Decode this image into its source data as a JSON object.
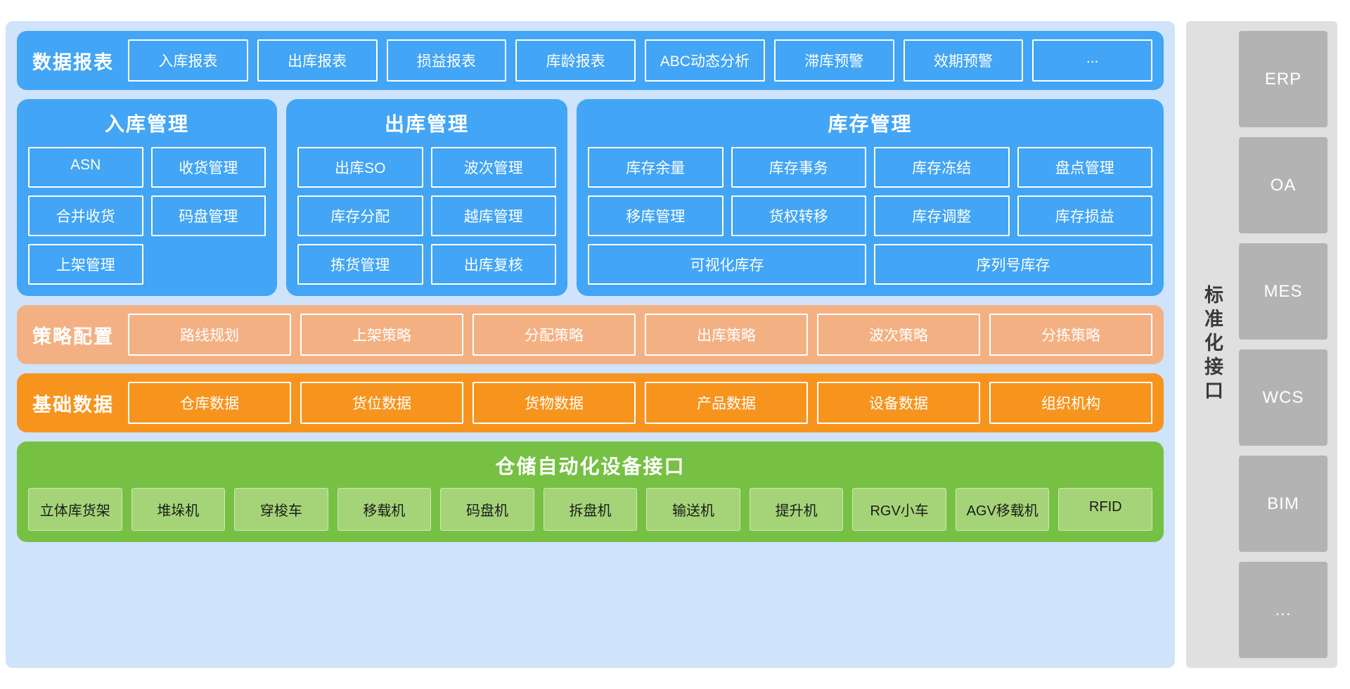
{
  "reports": {
    "title": "数据报表",
    "items": [
      "入库报表",
      "出库报表",
      "损益报表",
      "库龄报表",
      "ABC动态分析",
      "滞库预警",
      "效期预警",
      "..."
    ]
  },
  "panels": [
    {
      "title": "入库管理",
      "rows": [
        [
          "ASN",
          "收货管理"
        ],
        [
          "合并收货",
          "码盘管理"
        ],
        [
          "上架管理",
          ""
        ]
      ]
    },
    {
      "title": "出库管理",
      "rows": [
        [
          "出库SO",
          "波次管理"
        ],
        [
          "库存分配",
          "越库管理"
        ],
        [
          "拣货管理",
          "出库复核"
        ]
      ]
    },
    {
      "title": "库存管理",
      "rows": [
        [
          "库存余量",
          "库存事务",
          "库存冻结",
          "盘点管理"
        ],
        [
          "移库管理",
          "货权转移",
          "库存调整",
          "库存损益"
        ],
        [
          "可视化库存",
          "序列号库存"
        ]
      ]
    }
  ],
  "strategy": {
    "title": "策略配置",
    "items": [
      "路线规划",
      "上架策略",
      "分配策略",
      "出库策略",
      "波次策略",
      "分拣策略"
    ]
  },
  "basedata": {
    "title": "基础数据",
    "items": [
      "仓库数据",
      "货位数据",
      "货物数据",
      "产品数据",
      "设备数据",
      "组织机构"
    ]
  },
  "automation": {
    "title": "仓储自动化设备接口",
    "items": [
      "立体库货架",
      "堆垛机",
      "穿梭车",
      "移载机",
      "码盘机",
      "拆盘机",
      "输送机",
      "提升机",
      "RGV小车",
      "AGV移载机",
      "RFID"
    ]
  },
  "interface": {
    "label": "标准化接口",
    "items": [
      "ERP",
      "OA",
      "MES",
      "WCS",
      "BIM",
      "..."
    ]
  },
  "colors": {
    "blue": "#42a5f5",
    "peach": "#f3b183",
    "orange": "#f7941e",
    "green": "#76c043",
    "green_chip": "#a5d478",
    "backdrop": "#cfe3fb",
    "gray_panel": "#e0e0e0",
    "gray_chip": "#b3b3b3"
  }
}
